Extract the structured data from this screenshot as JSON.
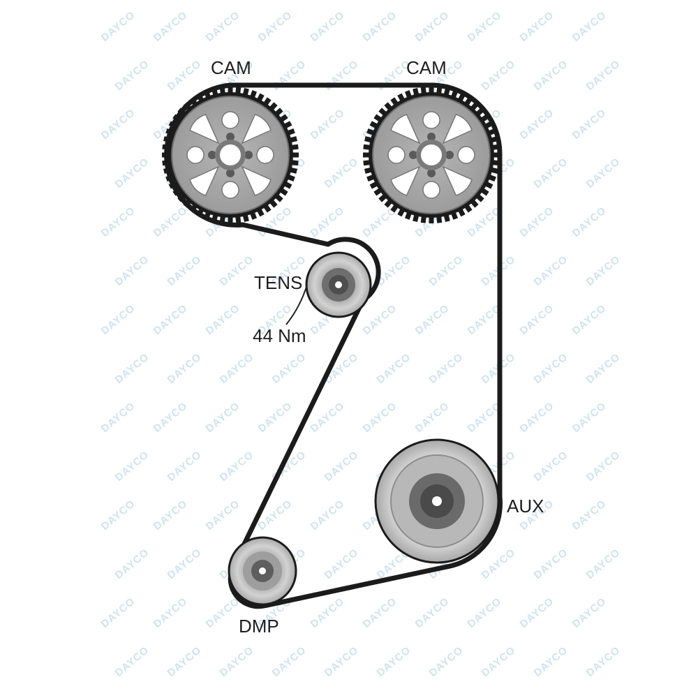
{
  "watermark": {
    "text": "DAYCO",
    "color": "#cfe3ef"
  },
  "labels": {
    "cam_left": "CAM",
    "cam_right": "CAM",
    "tensioner": "TENS",
    "torque": "44 Nm",
    "auxiliary": "AUX",
    "damper": "DMP"
  },
  "colors": {
    "belt": "#1b1b1b",
    "pulley_light": "#c8c8c8",
    "pulley_mid": "#8a8a8a",
    "pulley_dark": "#555555",
    "hub": "#ffffff"
  }
}
